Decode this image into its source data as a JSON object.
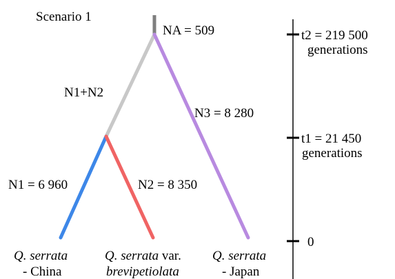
{
  "scenario_title": "Scenario 1",
  "populations": {
    "ancestral": "NA = 509",
    "merged": "N1+N2",
    "n3": "N3 = 8 280",
    "n1": "N1 = 6 960",
    "n2": "N2 = 8 350"
  },
  "time_axis": {
    "t2_value": "t2 = 219 500",
    "t2_unit": "generations",
    "t1_value": "t1 = 21 450",
    "t1_unit": "generations",
    "zero": "0"
  },
  "taxa": [
    {
      "genus": "Q. serrata",
      "suffix": "",
      "location": "- China"
    },
    {
      "genus": "Q. serrata",
      "suffix": " var.",
      "epithet": "brevipetiolata"
    },
    {
      "genus": "Q. serrata",
      "suffix": "",
      "location": "- Japan"
    }
  ],
  "colors": {
    "ancestral_stem": "#7f7f7f",
    "merged_branch": "#c8c8c8",
    "n1_branch": "#3d87e8",
    "n2_branch": "#f06464",
    "n3_branch": "#b88ae0",
    "axis": "#444444"
  }
}
